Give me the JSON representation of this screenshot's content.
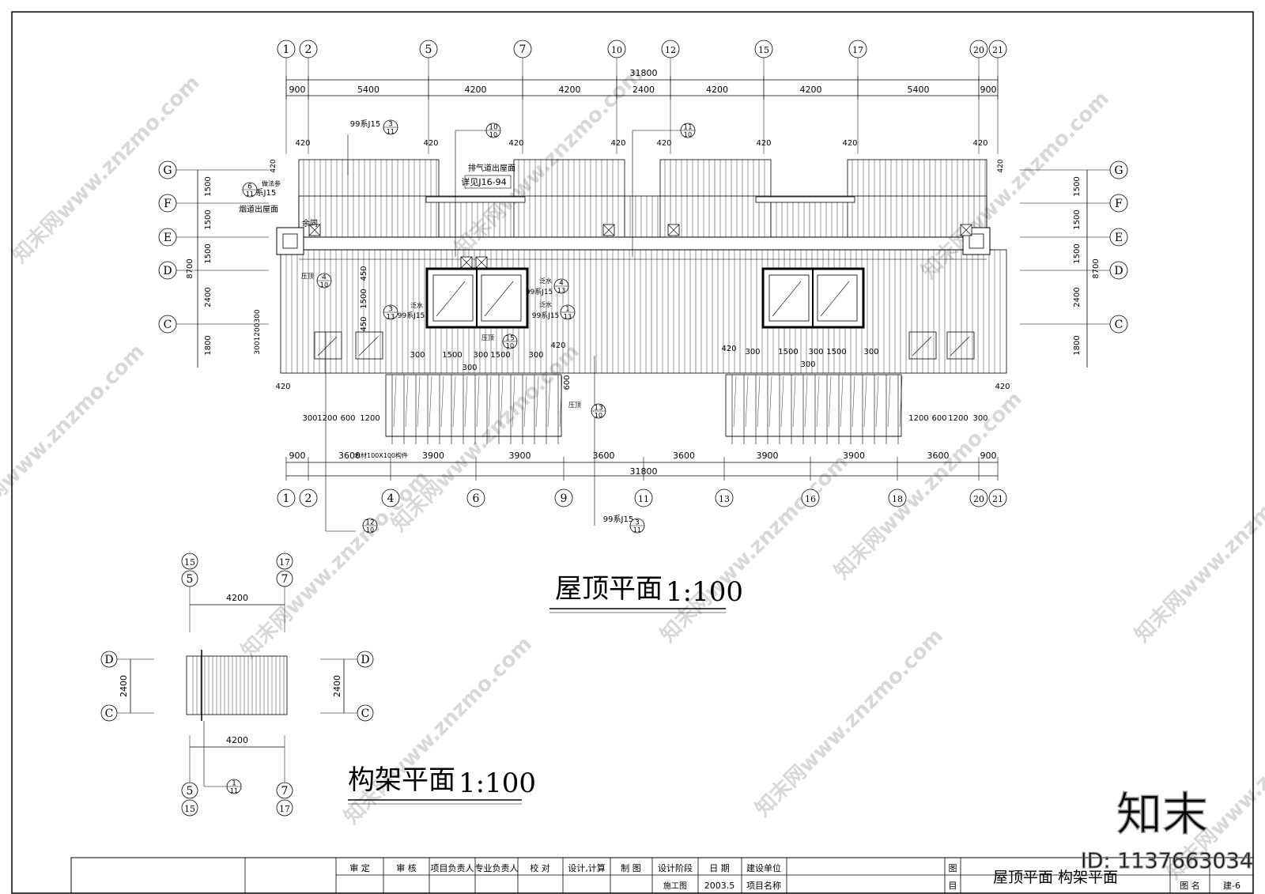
{
  "drawing_border": "#000000",
  "watermark_text": "知末网www.znzmo.com",
  "brand_logo_text": "知末",
  "brand_id": "ID: 1137663034",
  "roof_plan": {
    "title": "屋顶平面",
    "scale": "1:100",
    "top_axes": [
      "1",
      "2",
      "5",
      "7",
      "10",
      "12",
      "15",
      "17",
      "20",
      "21"
    ],
    "bottom_axes": [
      "1",
      "2",
      "4",
      "6",
      "9",
      "11",
      "13",
      "16",
      "18",
      "20",
      "21"
    ],
    "row_axes": [
      "G",
      "F",
      "E",
      "D",
      "C"
    ],
    "top_overall": "31800",
    "top_dims": [
      "900",
      "5400",
      "4200",
      "4200",
      "2400",
      "4200",
      "4200",
      "5400",
      "900"
    ],
    "top_420": [
      "420",
      "420",
      "420",
      "420",
      "420",
      "420",
      "420",
      "420"
    ],
    "bottom_overall": "31800",
    "bottom_dims": [
      "900",
      "3600",
      "3900",
      "3900",
      "3600",
      "3600",
      "3900",
      "3900",
      "3600",
      "900"
    ],
    "bottom_sub_left": [
      "300",
      "1200",
      "600",
      "1200"
    ],
    "bottom_sub_right": [
      "1200",
      "600",
      "1200",
      "300"
    ],
    "side_dims": [
      "1500",
      "1500",
      "1500",
      "2400",
      "1800"
    ],
    "side_total": "8700",
    "side_small": [
      "420",
      "300",
      "1200",
      "300"
    ],
    "stair_dims": [
      "300",
      "1500",
      "300",
      "1500",
      "300"
    ],
    "stair_mid": "300",
    "elev_dims": [
      "450",
      "1500",
      "450"
    ],
    "dim_420_small": [
      "420",
      "420",
      "420",
      "420"
    ],
    "dim_600": "600",
    "notes": {
      "ref_99j15": "99系J15",
      "exhaust": "排气道出屋面",
      "exhaust_detail": "详见J16-94",
      "chimney": "烟道出屋面",
      "chimney_sub": "做法参",
      "same": "余同",
      "press": "压顶",
      "gutter": "泛水",
      "timber": "木材100X100构件"
    },
    "detail_refs": [
      {
        "num": "3",
        "sheet": "11"
      },
      {
        "num": "10",
        "sheet": "10"
      },
      {
        "num": "11",
        "sheet": "10"
      },
      {
        "num": "6",
        "sheet": "11"
      },
      {
        "num": "4",
        "sheet": "10"
      },
      {
        "num": "3",
        "sheet": "13"
      },
      {
        "num": "4",
        "sheet": "13"
      },
      {
        "num": "1",
        "sheet": "13"
      },
      {
        "num": "15",
        "sheet": "10"
      },
      {
        "num": "13",
        "sheet": "10"
      },
      {
        "num": "12",
        "sheet": "10"
      },
      {
        "num": "3",
        "sheet": "11"
      }
    ]
  },
  "frame_plan": {
    "title": "构架平面",
    "scale": "1:100",
    "top_axes_upper": [
      "15",
      "17"
    ],
    "top_axes_lower": [
      "5",
      "7"
    ],
    "bottom_axes_upper": [
      "5",
      "7"
    ],
    "bottom_axes_lower": [
      "15",
      "17"
    ],
    "row_axes": [
      "D",
      "C"
    ],
    "width_dim": "4200",
    "height_dim": "2400",
    "ref": {
      "num": "1",
      "sheet": "11"
    }
  },
  "title_block": {
    "approve": "审  定",
    "check": "审  核",
    "project_lead": "项目负责人",
    "discipline_lead": "专业负责人",
    "proofread": "校    对",
    "design_calc": "设计,计算",
    "draw": "制    图",
    "stage_label": "设计阶段",
    "stage_value": "施工图",
    "date_label": "日    期",
    "date_value": "2003.5",
    "client_label": "建设单位",
    "project_label": "项目名称",
    "drawing_label_top": "图",
    "drawing_label_bottom": "目",
    "drawing_title": "屋顶平面  构架平面",
    "sheet_label": "图  名",
    "sheet_no": "建-6"
  }
}
